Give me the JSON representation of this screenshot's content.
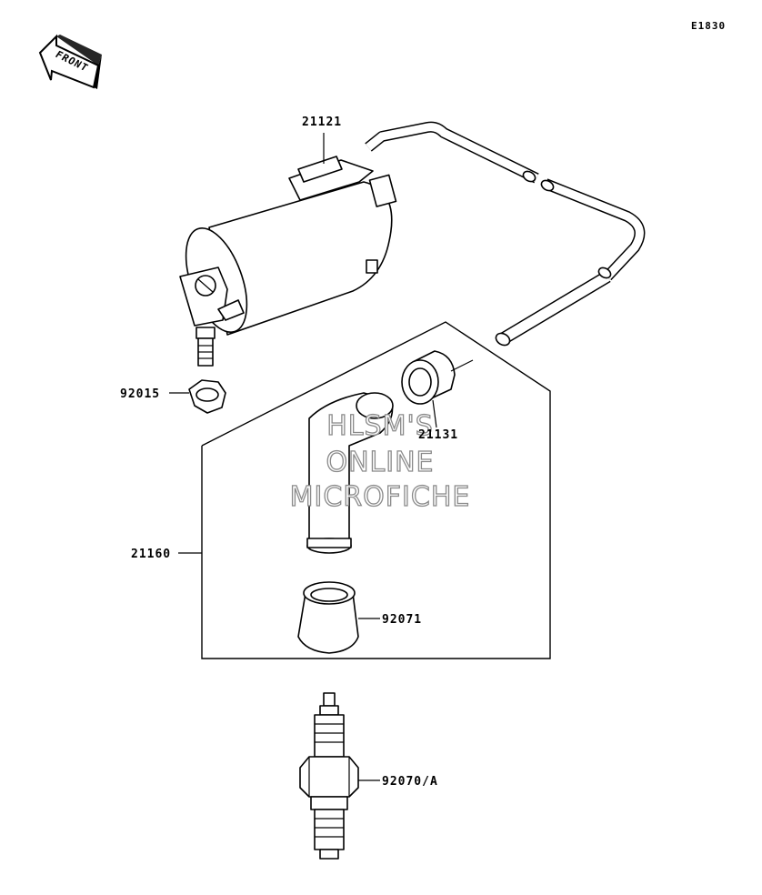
{
  "diagram_code": "E1830",
  "front_arrow": {
    "label": "FRONT",
    "icon": "front-arrow-icon"
  },
  "watermark": {
    "line1": "HLSM'S",
    "line2": "ONLINE",
    "line3": "MICROFICHE"
  },
  "parts": [
    {
      "number": "21121"
    },
    {
      "number": "92015"
    },
    {
      "number": "21131"
    },
    {
      "number": "21160"
    },
    {
      "number": "92071"
    },
    {
      "number": "92070/A"
    }
  ]
}
